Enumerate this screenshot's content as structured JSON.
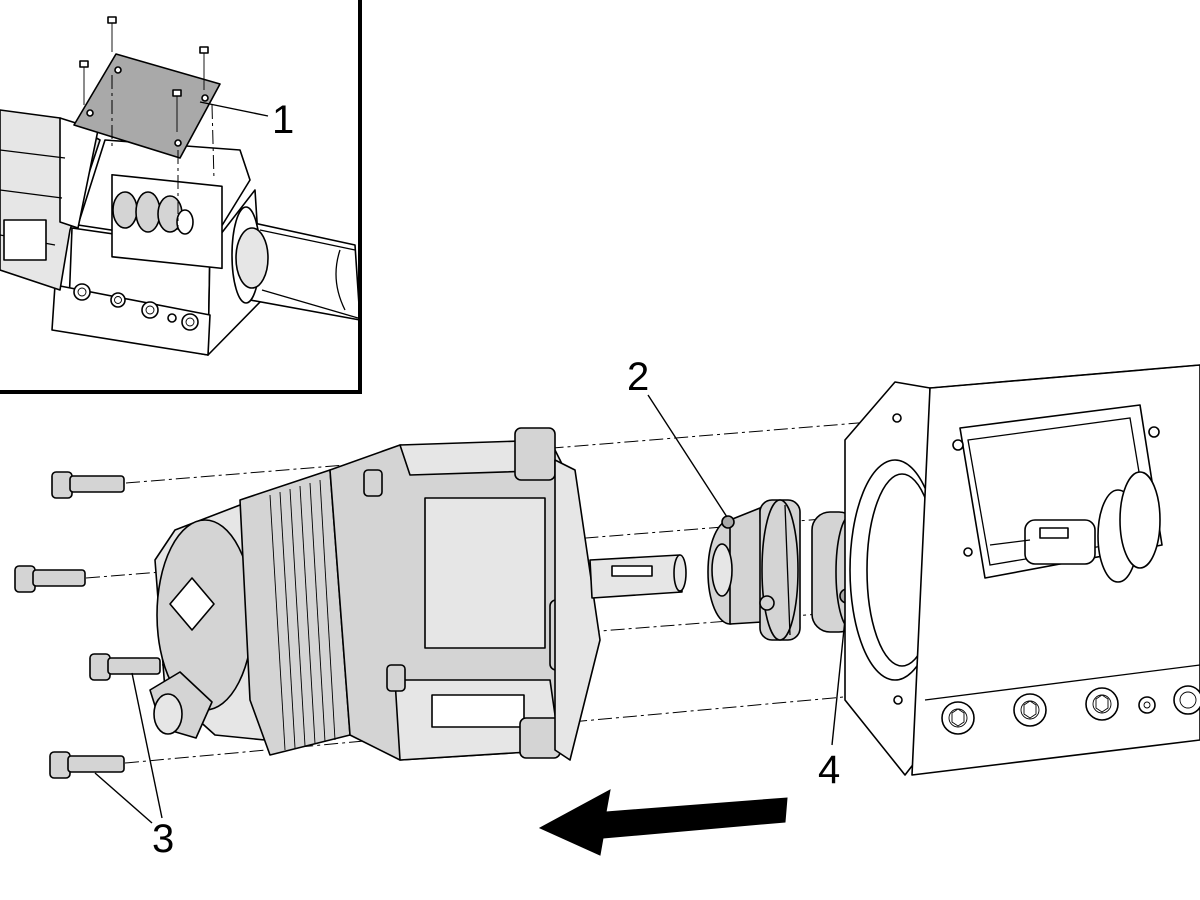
{
  "callouts": {
    "c1": "1",
    "c2": "2",
    "c3": "3",
    "c4": "4"
  },
  "icons": {
    "direction_arrow": "arrow-left-icon"
  },
  "colors": {
    "line": "#000000",
    "part_fill": "#d4d4d4",
    "cover_plate": "#a9a9a9",
    "background": "#ffffff"
  }
}
